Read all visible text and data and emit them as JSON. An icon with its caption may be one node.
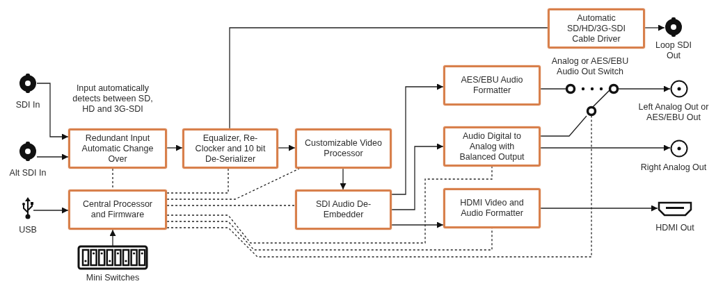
{
  "diagram": {
    "nodes": [
      {
        "text": [],
        "shape": "bnc",
        "beside": [
          "SDI In"
        ]
      },
      {
        "text": [],
        "shape": "bnc",
        "beside": [
          "Alt SDI In"
        ]
      },
      {
        "text": [],
        "shape": "usb",
        "beside": [
          "USB"
        ]
      },
      {
        "text": [
          "Redundant Input Automatic Change Over"
        ]
      },
      {
        "text": [
          "Equalizer, Re-Clocker and 10 bit De-Serializer"
        ]
      },
      {
        "text": [
          "Customizable Video Processor"
        ]
      },
      {
        "text": [
          "Central Processor and Firmware"
        ]
      },
      {
        "text": [
          "SDI Audio De-Embedder"
        ]
      },
      {
        "text": [],
        "shape": "switches",
        "beside": [
          "Mini Switches"
        ]
      },
      {
        "text": [
          "Automatic SD/HD/3G-SDI Cable Driver"
        ]
      },
      {
        "text": [],
        "shape": "bnc",
        "beside": [
          "Loop SDI Out"
        ]
      },
      {
        "text": [
          "AES/EBU Audio Formatter"
        ]
      },
      {
        "text": [
          "Audio Digital to Analog with Balanced Output"
        ]
      },
      {
        "text": [
          "HDMI Video and Audio Formatter"
        ]
      },
      {
        "text": [],
        "shape": "switch",
        "beside": [
          "Analog or AES/EBU Audio Out Switch"
        ]
      },
      {
        "text": [],
        "shape": "jack",
        "beside": [
          "Left Analog Out or AES/EBU Out"
        ]
      },
      {
        "text": [],
        "shape": "jack",
        "beside": [
          "Right Analog Out"
        ]
      },
      {
        "text": [],
        "shape": "hdmi",
        "beside": [
          "HDMI Out"
        ]
      }
    ],
    "edges": [
      {
        "from": 0,
        "to": 3,
        "arrow": "to"
      },
      {
        "from": 1,
        "to": 3,
        "arrow": "to"
      },
      {
        "from": 2,
        "to": 6,
        "arrow": "to"
      },
      {
        "from": 3,
        "to": 4,
        "arrow": "to"
      },
      {
        "from": 4,
        "to": 5,
        "arrow": "to"
      },
      {
        "from": 5,
        "to": 7,
        "arrow": "to"
      },
      {
        "from": 8,
        "to": 6,
        "arrow": "to"
      },
      {
        "from": 4,
        "to": 9,
        "arrow": "none"
      },
      {
        "from": 9,
        "to": 10,
        "arrow": "to"
      },
      {
        "from": 7,
        "to": 11,
        "arrow": "to"
      },
      {
        "from": 7,
        "to": 12,
        "arrow": "to"
      },
      {
        "from": 7,
        "to": 13,
        "arrow": "to"
      },
      {
        "from": 11,
        "to": 14,
        "arrow": "none"
      },
      {
        "from": 12,
        "to": 14,
        "arrow": "none"
      },
      {
        "from": 14,
        "to": 15,
        "arrow": "to"
      },
      {
        "from": 12,
        "to": 16,
        "arrow": "to"
      },
      {
        "from": 13,
        "to": 17,
        "arrow": "to"
      },
      {
        "from": 3,
        "to": 6,
        "arrow": "none",
        "style": "dashed"
      },
      {
        "from": 6,
        "to": 4,
        "arrow": "none",
        "style": "dashed"
      },
      {
        "from": 6,
        "to": 5,
        "arrow": "none",
        "style": "dashed"
      },
      {
        "from": 6,
        "to": 7,
        "arrow": "none",
        "style": "dashed"
      },
      {
        "from": 6,
        "to": 12,
        "arrow": "none",
        "style": "dashed"
      },
      {
        "from": 6,
        "to": 13,
        "arrow": "none",
        "style": "dashed"
      },
      {
        "from": 6,
        "to": 14,
        "arrow": "none",
        "style": "dashed"
      }
    ],
    "labels": [
      "Input automatically detects between SD, HD and 3G-SDI"
    ]
  }
}
